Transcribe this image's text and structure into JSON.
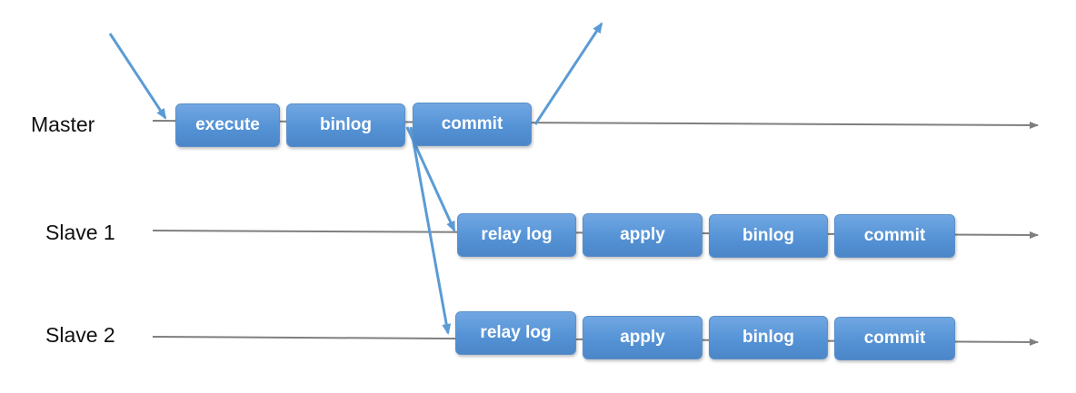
{
  "rows": [
    {
      "label": "Master",
      "steps": [
        "execute",
        "binlog",
        "commit"
      ]
    },
    {
      "label": "Slave 1",
      "steps": [
        "relay log",
        "apply",
        "binlog",
        "commit"
      ]
    },
    {
      "label": "Slave 2",
      "steps": [
        "relay log",
        "apply",
        "binlog",
        "commit"
      ]
    }
  ],
  "colors": {
    "box": "#5b9bd5",
    "timeline": "#7f7f7f",
    "arrow": "#5b9bd5"
  }
}
